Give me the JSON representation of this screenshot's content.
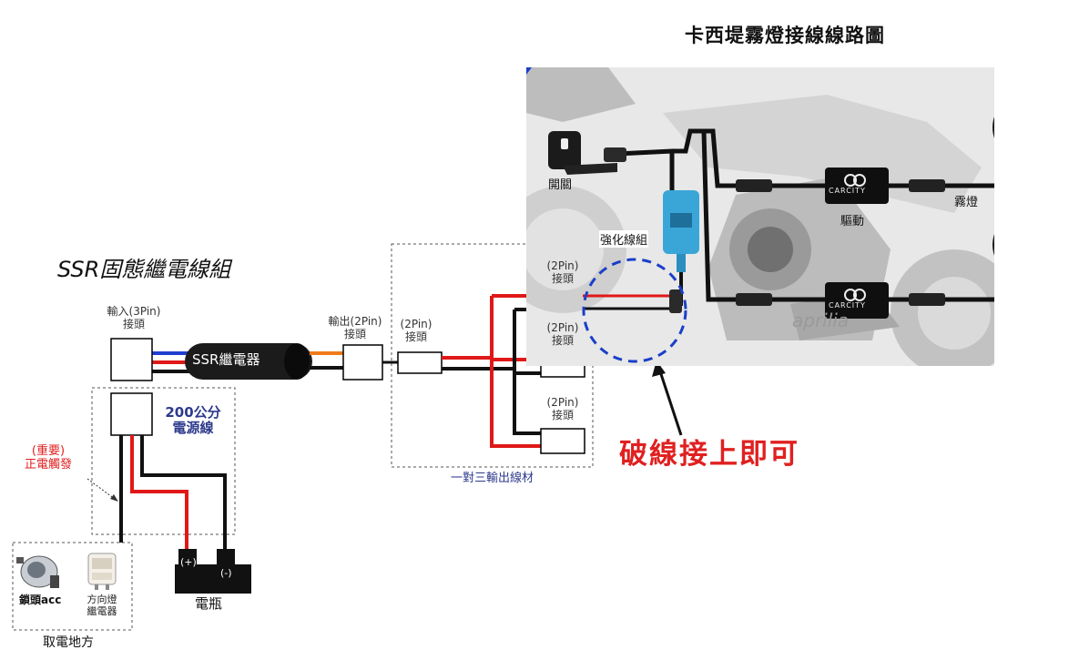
{
  "title": "卡西堤霧燈接線線路圖",
  "ssr_title": "SSR固態繼電線組",
  "input_connector": {
    "line1": "輸入(3Pin)",
    "line2": "接頭"
  },
  "ssr_relay_label": "SSR繼電器",
  "output_connector": {
    "line1": "輸出(2Pin)",
    "line2": "接頭"
  },
  "power_cable": {
    "line1": "200公分",
    "line2": "電源線"
  },
  "important_note": {
    "line1": "(重要)",
    "line2": "正電觸發"
  },
  "power_source_title": "取電地方",
  "key_acc_label": "鎖頭acc",
  "turn_signal_relay": {
    "line1": "方向燈",
    "line2": "繼電器"
  },
  "battery": {
    "label": "電瓶",
    "positive": "(+)",
    "negative": "(-)"
  },
  "splitter": {
    "title": "一對三輸出線材",
    "input": {
      "line1": "(2Pin)",
      "line2": "接頭"
    },
    "outputs": [
      {
        "line1": "(2Pin)",
        "line2": "接頭"
      },
      {
        "line1": "(2Pin)",
        "line2": "接頭"
      },
      {
        "line1": "(2Pin)",
        "line2": "接頭"
      }
    ]
  },
  "break_wire_label": "破線接上即可",
  "photo": {
    "switch_label": "開關",
    "harness_label": "強化線組",
    "driver_label": "驅動",
    "fog_light_label": "霧燈",
    "brand": "CARCITY",
    "bike_brand": "aprilia"
  },
  "colors": {
    "wire_red": "#e01818",
    "wire_black": "#111111",
    "wire_blue": "#1f3fd0",
    "wire_orange": "#f07a1a",
    "circle_blue": "#1a3fc8",
    "accent_red": "#e02020"
  }
}
